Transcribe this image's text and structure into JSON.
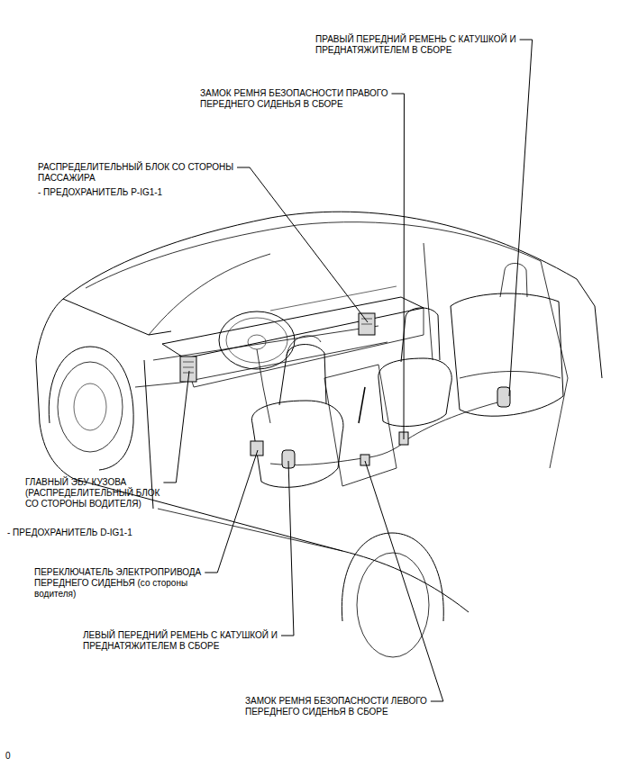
{
  "diagram": {
    "labels": [
      "ПРАВЫЙ ПЕРЕДНИЙ РЕМЕНЬ С КАТУШКОЙ И ПРЕДНАТЯЖИТЕЛЕМ В СБОРЕ",
      "ЗАМОК РЕМНЯ БЕЗОПАСНОСТИ ПРАВОГО ПЕРЕДНЕГО СИДЕНЬЯ В СБОРЕ",
      "РАСПРЕДЕЛИТЕЛЬНЫЙ БЛОК СО СТОРОНЫ ПАССАЖИРА",
      "- ПРЕДОХРАНИТЕЛЬ P-IG1-1",
      "ГЛАВНЫЙ ЭБУ КУЗОВА (РАСПРЕДЕЛИТЕЛЬНЫЙ БЛОК СО СТОРОНЫ ВОДИТЕЛЯ)",
      "- ПРЕДОХРАНИТЕЛЬ D-IG1-1",
      "ПЕРЕКЛЮЧАТЕЛЬ ЭЛЕКТРОПРИВОДА ПЕРЕДНЕГО СИДЕНЬЯ (со стороны водителя)",
      "ЛЕВЫЙ ПЕРЕДНИЙ РЕМЕНЬ С КАТУШКОЙ И ПРЕДНАТЯЖИТЕЛЕМ В СБОРЕ",
      "ЗАМОК РЕМНЯ БЕЗОПАСНОСТИ ЛЕВОГО ПЕРЕДНЕГО СИДЕНЬЯ В СБОРЕ",
      "0"
    ]
  }
}
